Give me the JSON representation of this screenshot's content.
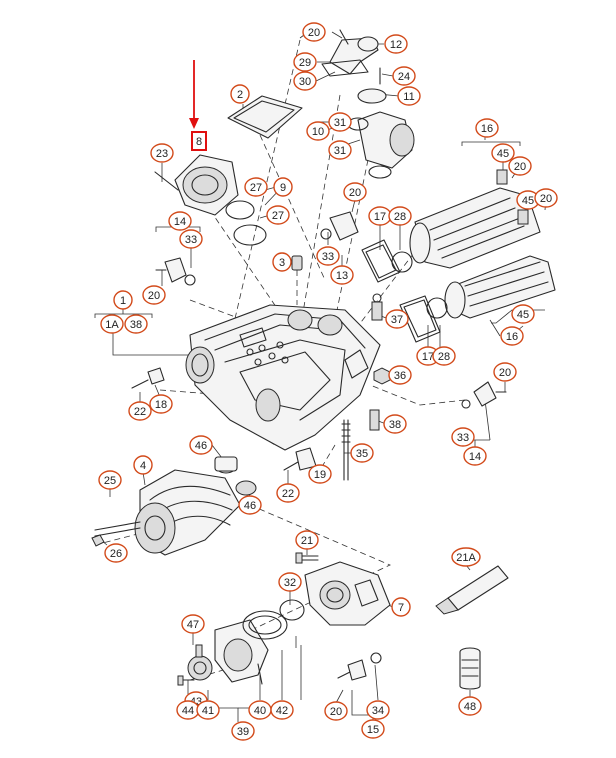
{
  "diagram": {
    "accent_color": "#d24a1a",
    "highlight_color": "#e01010",
    "highlighted_callout": "8",
    "callouts": [
      {
        "id": "c20a",
        "label": "20"
      },
      {
        "id": "c12",
        "label": "12"
      },
      {
        "id": "c29",
        "label": "29"
      },
      {
        "id": "c24",
        "label": "24"
      },
      {
        "id": "c30",
        "label": "30"
      },
      {
        "id": "c11",
        "label": "11"
      },
      {
        "id": "c2",
        "label": "2"
      },
      {
        "id": "c31a",
        "label": "31"
      },
      {
        "id": "c10",
        "label": "10"
      },
      {
        "id": "c31b",
        "label": "31"
      },
      {
        "id": "c16a",
        "label": "16"
      },
      {
        "id": "c8",
        "label": "8"
      },
      {
        "id": "c23",
        "label": "23"
      },
      {
        "id": "c45a",
        "label": "45"
      },
      {
        "id": "c20b",
        "label": "20"
      },
      {
        "id": "c27a",
        "label": "27"
      },
      {
        "id": "c9",
        "label": "9"
      },
      {
        "id": "c20c",
        "label": "20"
      },
      {
        "id": "c45b",
        "label": "45"
      },
      {
        "id": "c20d",
        "label": "20"
      },
      {
        "id": "c27b",
        "label": "27"
      },
      {
        "id": "c14a",
        "label": "14"
      },
      {
        "id": "c17a",
        "label": "17"
      },
      {
        "id": "c28a",
        "label": "28"
      },
      {
        "id": "c33a",
        "label": "33"
      },
      {
        "id": "c3",
        "label": "3"
      },
      {
        "id": "c33b",
        "label": "33"
      },
      {
        "id": "c13",
        "label": "13"
      },
      {
        "id": "c20e",
        "label": "20"
      },
      {
        "id": "c1",
        "label": "1"
      },
      {
        "id": "c37",
        "label": "37"
      },
      {
        "id": "c45c",
        "label": "45"
      },
      {
        "id": "c1A",
        "label": "1A"
      },
      {
        "id": "c38a",
        "label": "38"
      },
      {
        "id": "c16b",
        "label": "16"
      },
      {
        "id": "c17b",
        "label": "17"
      },
      {
        "id": "c28b",
        "label": "28"
      },
      {
        "id": "c36",
        "label": "36"
      },
      {
        "id": "c20f",
        "label": "20"
      },
      {
        "id": "c22a",
        "label": "22"
      },
      {
        "id": "c18",
        "label": "18"
      },
      {
        "id": "c38b",
        "label": "38"
      },
      {
        "id": "c33c",
        "label": "33"
      },
      {
        "id": "c46a",
        "label": "46"
      },
      {
        "id": "c35",
        "label": "35"
      },
      {
        "id": "c14b",
        "label": "14"
      },
      {
        "id": "c4",
        "label": "4"
      },
      {
        "id": "c19",
        "label": "19"
      },
      {
        "id": "c25",
        "label": "25"
      },
      {
        "id": "c22b",
        "label": "22"
      },
      {
        "id": "c46b",
        "label": "46"
      },
      {
        "id": "c26",
        "label": "26"
      },
      {
        "id": "c21",
        "label": "21"
      },
      {
        "id": "c21A",
        "label": "21A"
      },
      {
        "id": "c32",
        "label": "32"
      },
      {
        "id": "c7",
        "label": "7"
      },
      {
        "id": "c47",
        "label": "47"
      },
      {
        "id": "c43",
        "label": "43"
      },
      {
        "id": "c44",
        "label": "44"
      },
      {
        "id": "c41",
        "label": "41"
      },
      {
        "id": "c40",
        "label": "40"
      },
      {
        "id": "c42",
        "label": "42"
      },
      {
        "id": "c20g",
        "label": "20"
      },
      {
        "id": "c34",
        "label": "34"
      },
      {
        "id": "c48",
        "label": "48"
      },
      {
        "id": "c39",
        "label": "39"
      },
      {
        "id": "c15",
        "label": "15"
      }
    ]
  }
}
